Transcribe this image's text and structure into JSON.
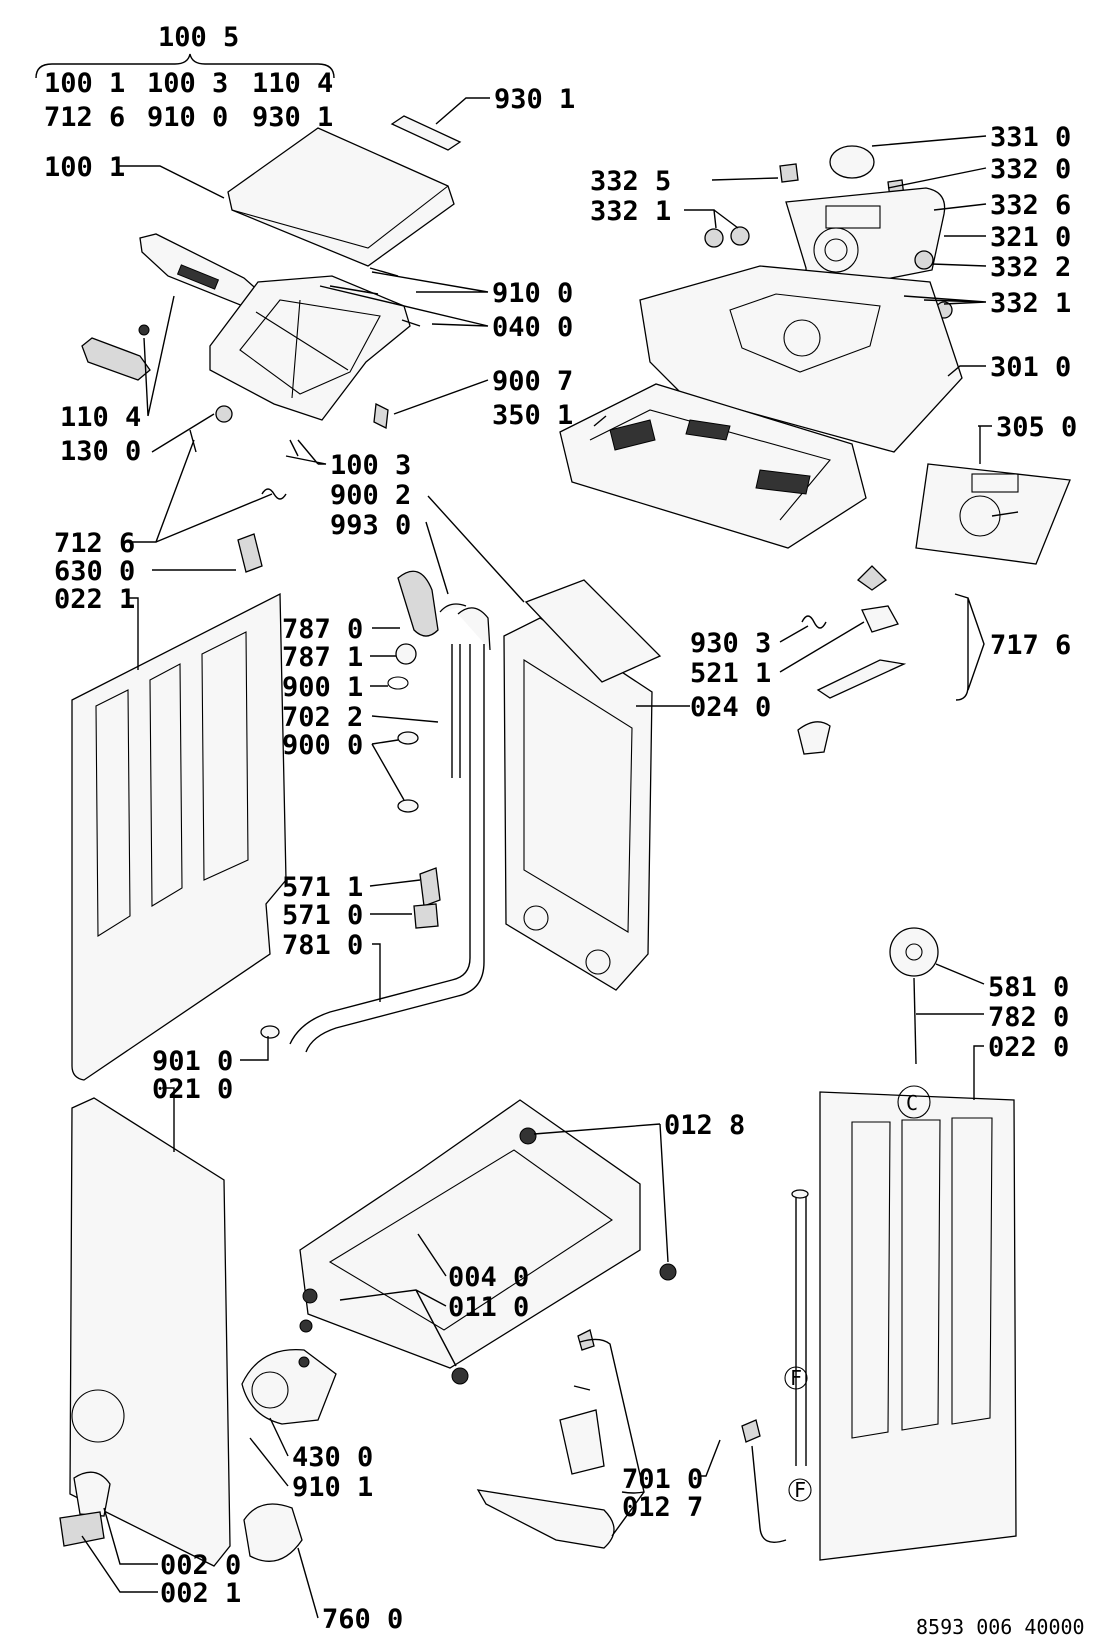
{
  "header": {
    "group_label": "100 5",
    "group_row1": [
      "100 1",
      "100 3",
      "110 4"
    ],
    "group_row2": [
      "712 6",
      "910 0",
      "930 1"
    ]
  },
  "labels": [
    {
      "id": "l01",
      "text": "930 1"
    },
    {
      "id": "l02",
      "text": "100 1"
    },
    {
      "id": "l03",
      "text": "910 0"
    },
    {
      "id": "l04",
      "text": "040 0"
    },
    {
      "id": "l05",
      "text": "110 4"
    },
    {
      "id": "l06",
      "text": "130 0"
    },
    {
      "id": "l07",
      "text": "900 7"
    },
    {
      "id": "l08",
      "text": "350 1"
    },
    {
      "id": "l09",
      "text": "100 3"
    },
    {
      "id": "l10",
      "text": "900 2"
    },
    {
      "id": "l11",
      "text": "993 0"
    },
    {
      "id": "l12",
      "text": "712 6"
    },
    {
      "id": "l13",
      "text": "630 0"
    },
    {
      "id": "l14",
      "text": "022 1"
    },
    {
      "id": "l15",
      "text": "331 0"
    },
    {
      "id": "l16",
      "text": "332 5"
    },
    {
      "id": "l17",
      "text": "332 0"
    },
    {
      "id": "l18",
      "text": "332 1"
    },
    {
      "id": "l19",
      "text": "332 6"
    },
    {
      "id": "l20",
      "text": "321 0"
    },
    {
      "id": "l21",
      "text": "332 2"
    },
    {
      "id": "l22",
      "text": "332 1"
    },
    {
      "id": "l23",
      "text": "301 0"
    },
    {
      "id": "l24",
      "text": "305 0"
    },
    {
      "id": "l25",
      "text": "787 0"
    },
    {
      "id": "l26",
      "text": "787 1"
    },
    {
      "id": "l27",
      "text": "900 1"
    },
    {
      "id": "l28",
      "text": "702 2"
    },
    {
      "id": "l29",
      "text": "900 0"
    },
    {
      "id": "l30",
      "text": "930 3"
    },
    {
      "id": "l31",
      "text": "521 1"
    },
    {
      "id": "l32",
      "text": "717 6"
    },
    {
      "id": "l33",
      "text": "024 0"
    },
    {
      "id": "l34",
      "text": "571 1"
    },
    {
      "id": "l35",
      "text": "571 0"
    },
    {
      "id": "l36",
      "text": "781 0"
    },
    {
      "id": "l37",
      "text": "581 0"
    },
    {
      "id": "l38",
      "text": "782 0"
    },
    {
      "id": "l39",
      "text": "901 0"
    },
    {
      "id": "l40",
      "text": "021 0"
    },
    {
      "id": "l41",
      "text": "022 0"
    },
    {
      "id": "l42",
      "text": "012 8"
    },
    {
      "id": "l43",
      "text": "004 0"
    },
    {
      "id": "l44",
      "text": "011 0"
    },
    {
      "id": "l45",
      "text": "701 0"
    },
    {
      "id": "l46",
      "text": "012 7"
    },
    {
      "id": "l47",
      "text": "430 0"
    },
    {
      "id": "l48",
      "text": "910 1"
    },
    {
      "id": "l49",
      "text": "002 0"
    },
    {
      "id": "l50",
      "text": "002 1"
    },
    {
      "id": "l51",
      "text": "760 0"
    }
  ],
  "connector_marks": [
    "C",
    "F",
    "F"
  ],
  "document_number": "8593 006 40000"
}
